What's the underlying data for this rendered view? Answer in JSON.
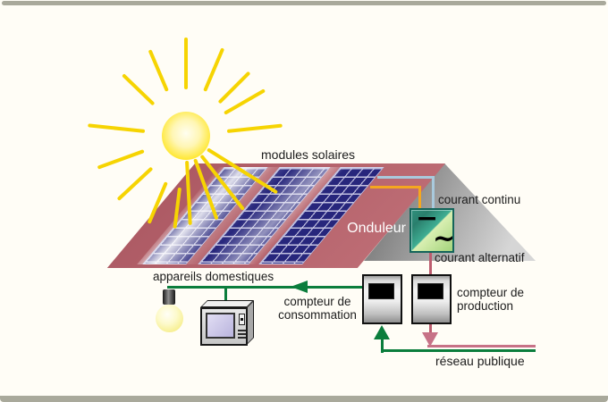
{
  "palette": {
    "background": "#fffdf6",
    "frame_bar": "#a9a99b",
    "roof_red": "#b5646c",
    "solar_panel_blue": "#27267c",
    "panel_grid_line": "#cac9e6",
    "gable_gray_dark": "#6e6e6e",
    "gable_gray_light": "#d6d6d6",
    "sun_yellow": "#ffd900",
    "ray_yellow": "#f6d402",
    "dc_wire_blue": "#a9cadd",
    "dc_wire_orange": "#f5a71f",
    "ac_wire_pink": "#c77287",
    "ac_wire_crimson": "#bc5c6e",
    "grid_wire_green": "#0b7d3c",
    "inverter_teal": "#2f8f7c",
    "inverter_pale_green": "#b9e092",
    "text": "#1c1c1c"
  },
  "labels": {
    "modules_solaires": "modules solaires",
    "courant_continu": "courant continu",
    "onduleur": "Onduleur",
    "onduleur_dc_symbol": "−",
    "onduleur_ac_symbol": "~",
    "courant_alternatif": "courant alternatif",
    "appareils_domestiques": "appareils domestiques",
    "compteur_consommation": {
      "line1": "compteur de",
      "line2": "consommation"
    },
    "compteur_production": {
      "line1": "compteur de",
      "line2": "production"
    },
    "reseau_publique": "réseau publique"
  }
}
